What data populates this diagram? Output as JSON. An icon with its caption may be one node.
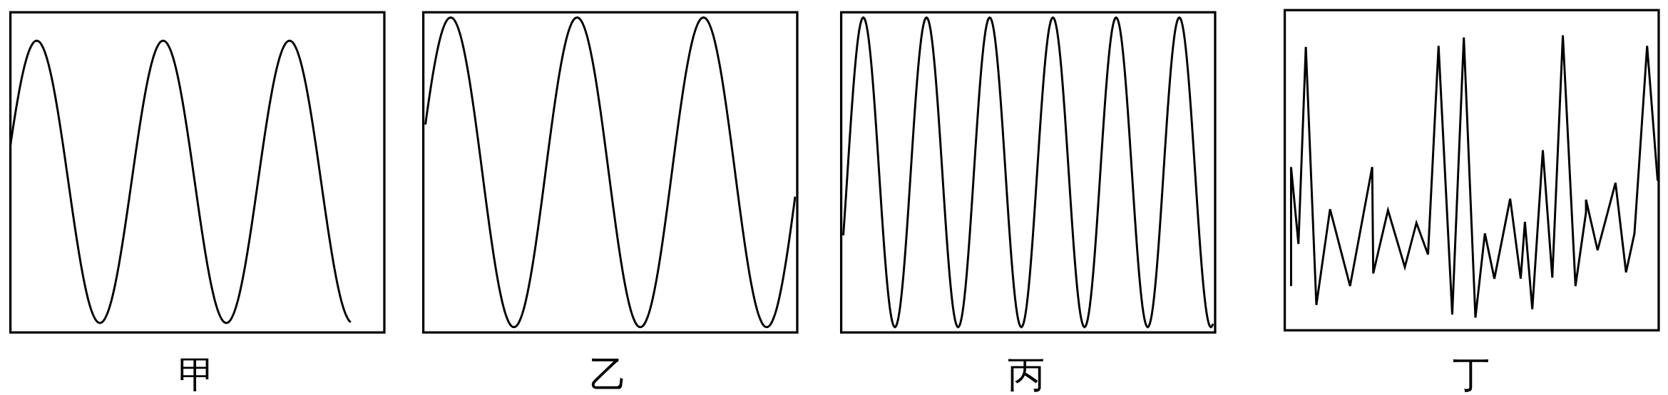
{
  "diagram": {
    "nodes": [
      {
        "text": [
          "甲"
        ]
      },
      {
        "text": [
          "乙"
        ]
      },
      {
        "text": [
          "丙"
        ]
      },
      {
        "text": [
          "丁"
        ]
      }
    ],
    "edges": []
  }
}
